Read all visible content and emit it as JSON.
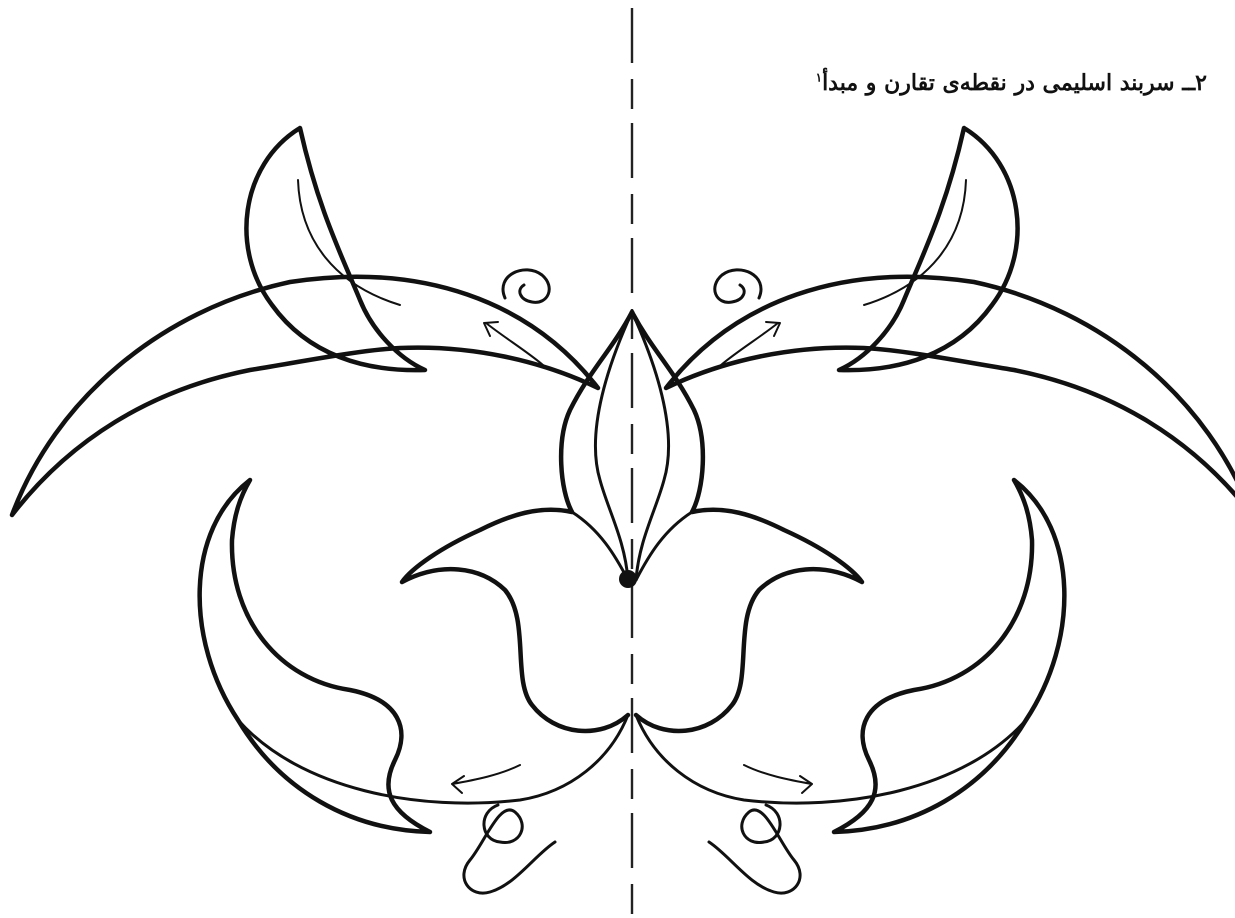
{
  "figure": {
    "caption_number": "۲ــ",
    "caption_text": "سربند اسلیمی در نقطه‌ی تقارن و مبدأ",
    "footnote_marker": "۱"
  },
  "colors": {
    "ink": "#111111",
    "background": "#ffffff"
  },
  "elements": {
    "symmetry_axis": "vertical-dashed-line",
    "origin_point": "filled-dot",
    "motion_arrows": 4
  }
}
